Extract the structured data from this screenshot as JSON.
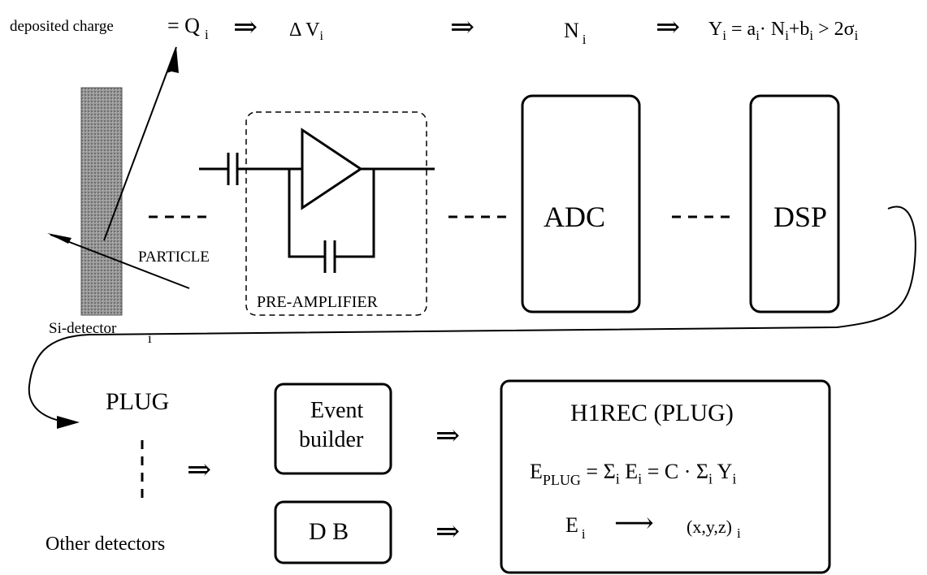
{
  "formula_row": {
    "deposited_label": "deposited charge",
    "eq_q": "= Q",
    "sub_i": "i",
    "arrow": "⇒",
    "delta_v": "Δ V",
    "n": "N",
    "y_formula_main": "Y",
    "y_formula_rest_1": " = a",
    "y_formula_rest_2": "· N",
    "y_formula_rest_3": "+b",
    "y_formula_rest_4": " > 2σ"
  },
  "electronics": {
    "particle_label": "PARTICLE",
    "preamp_label": "PRE-AMPLIFIER",
    "adc_label": "ADC",
    "dsp_label": "DSP",
    "detector_label": "Si-detector",
    "detector_sub": "i"
  },
  "reconstruction": {
    "plug_label": "PLUG",
    "other_detectors_label": "Other detectors",
    "event_builder_line1": "Event",
    "event_builder_line2": "builder",
    "db_label": "D B",
    "h1rec_title": "H1REC (PLUG)",
    "eplug_E": "E",
    "eplug_sub": "PLUG",
    "eplug_rest": " = Σ",
    "eplug_rest2": " E",
    "eplug_rest3": " = C · Σ",
    "eplug_rest4": " Y",
    "ei_E": "E",
    "ei_arrow": "⟶",
    "ei_xyz": "(x,y,z)",
    "sub_i": "i"
  }
}
